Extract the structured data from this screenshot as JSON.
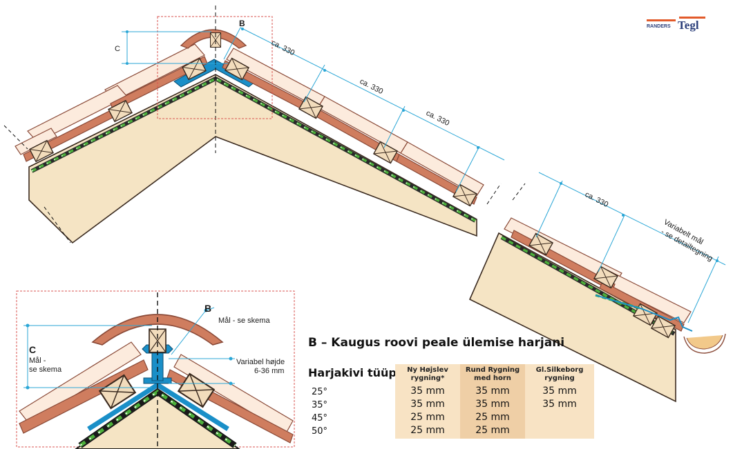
{
  "logo": {
    "prefix": "RANDERS",
    "name": "Tegl",
    "color": "#2a3e7a",
    "accent": "#e25a2a"
  },
  "colors": {
    "tile": "#cf7d5f",
    "tile_outline": "#8a4a38",
    "deck": "#f5e4c4",
    "ridge_metal": "#1a8fc8",
    "dimension": "#2aa6d6",
    "membrane_green": "#4caf3a",
    "detail_box": "#d9534f",
    "table_light": "#f8e3c4",
    "table_dark": "#efcfa6"
  },
  "main_drawing": {
    "label_b": "B",
    "label_c": "C",
    "dims": [
      "ca. 330",
      "ca. 330",
      "ca. 330"
    ]
  },
  "eave_drawing": {
    "dim": "ca. 330",
    "variable_line1": "Variabelt mål",
    "variable_line2": "- se detailtegning"
  },
  "detail": {
    "label_b": "B",
    "b_note": "Mål - se skema",
    "label_c": "C",
    "c_note_line1": "Mål -",
    "c_note_line2": "se skema",
    "height_line1": "Variabel højde",
    "height_line2": "6-36 mm"
  },
  "heading": "B – Kaugus roovi peale ülemise harjani",
  "table": {
    "type_label": "Harjakivi tüüp",
    "angles": [
      "25°",
      "35°",
      "45°",
      "50°"
    ],
    "columns": [
      {
        "header_line1": "Ny Højslev",
        "header_line2": "rygning*",
        "values": [
          "35 mm",
          "35 mm",
          "25 mm",
          "25 mm"
        ]
      },
      {
        "header_line1": "Rund Rygning",
        "header_line2": "med horn",
        "values": [
          "35 mm",
          "35 mm",
          "25 mm",
          "25 mm"
        ]
      },
      {
        "header_line1": "Gl.Silkeborg",
        "header_line2": "rygning",
        "values": [
          "35 mm",
          "35 mm",
          "",
          ""
        ]
      }
    ]
  }
}
